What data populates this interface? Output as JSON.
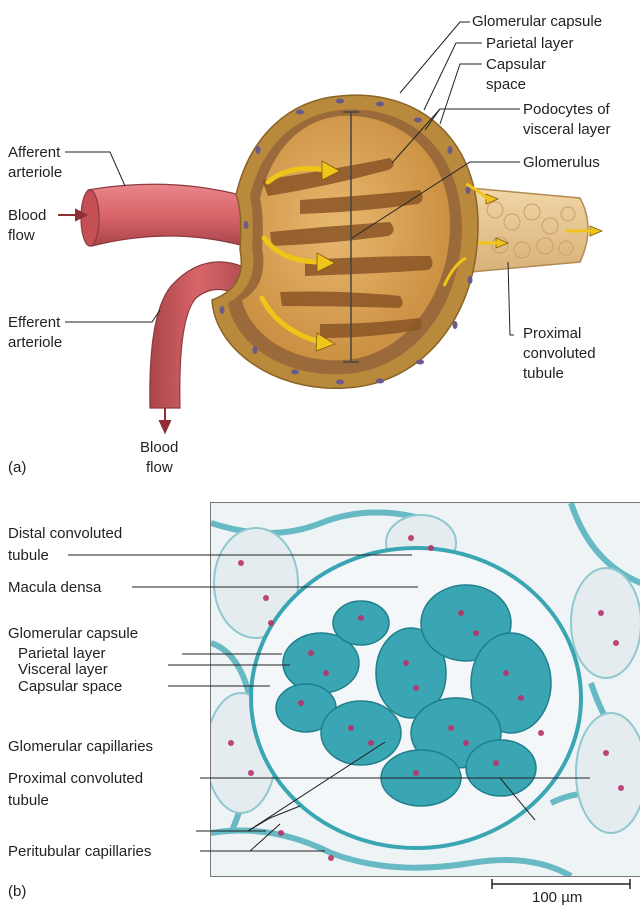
{
  "panel_a": {
    "panel_label": "(a)",
    "labels": {
      "glomerular_capsule": "Glomerular capsule",
      "parietal_layer": "Parietal layer",
      "capsular_space_1": "Capsular",
      "capsular_space_2": "space",
      "podocytes_1": "Podocytes of",
      "podocytes_2": "visceral layer",
      "glomerulus": "Glomerulus",
      "afferent_1": "Afferent",
      "afferent_2": "arteriole",
      "blood_flow_in_1": "Blood",
      "blood_flow_in_2": "flow",
      "efferent_1": "Efferent",
      "efferent_2": "arteriole",
      "blood_flow_out_1": "Blood",
      "blood_flow_out_2": "flow",
      "proximal_1": "Proximal",
      "proximal_2": "convoluted",
      "proximal_3": "tubule"
    },
    "colors": {
      "arteriole": "#d9656a",
      "capsule": "#c99a45",
      "glomerulus": "#d6a457",
      "arrow": "#f0c419"
    }
  },
  "panel_b": {
    "panel_label": "(b)",
    "labels": {
      "distal_1": "Distal convoluted",
      "distal_2": "tubule",
      "macula_densa": "Macula densa",
      "glomerular_capsule": "Glomerular capsule",
      "parietal_layer": "Parietal layer",
      "visceral_layer": "Visceral layer",
      "capsular_space": "Capsular space",
      "glomerular_capillaries": "Glomerular capillaries",
      "proximal_1": "Proximal convoluted",
      "proximal_2": "tubule",
      "peritubular": "Peritubular capillaries"
    },
    "scale_bar": "100 µm",
    "colors": {
      "stain_teal": "#3aa6b3",
      "nuclei": "#b8336a",
      "background": "#eef3f6"
    }
  }
}
